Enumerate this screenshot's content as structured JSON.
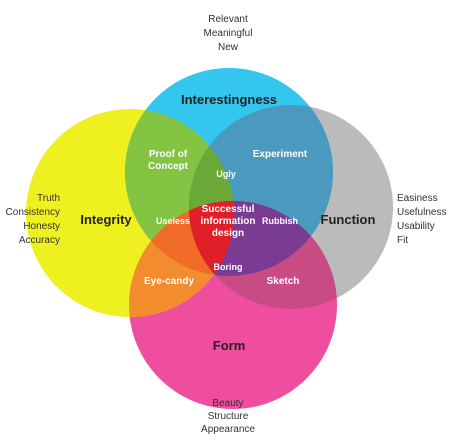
{
  "colors": {
    "interestingness": "#33c6ef",
    "integrity": "#eef020",
    "function": "#bbbbbb",
    "form": "#ef4e9e",
    "proof_of_concept": "#83c443",
    "experiment": "#4a9ac0",
    "sketch": "#c84b84",
    "eye_candy": "#f28c2e",
    "ugly": "#6aa838",
    "useless": "#f06a28",
    "rubbish": "#7a3b92",
    "boring": "#d2492e",
    "successful_information_design": "#e01f28"
  },
  "circles": {
    "interestingness": {
      "title": "Interestingness",
      "keywords": [
        "Relevant",
        "Meaningful",
        "New"
      ]
    },
    "integrity": {
      "title": "Integrity",
      "keywords": [
        "Truth",
        "Consistency",
        "Honesty",
        "Accuracy"
      ]
    },
    "function": {
      "title": "Function",
      "keywords": [
        "Easiness",
        "Usefulness",
        "Usability",
        "Fit"
      ]
    },
    "form": {
      "title": "Form",
      "keywords": [
        "Beauty",
        "Structure",
        "Appearance"
      ]
    }
  },
  "regions": {
    "proof_of_concept": [
      "Proof of",
      "Concept"
    ],
    "experiment": "Experiment",
    "eye_candy": "Eye-candy",
    "sketch": "Sketch",
    "ugly": "Ugly",
    "useless": "Useless",
    "rubbish": "Rubbish",
    "boring": "Boring",
    "center": [
      "Successful",
      "information",
      "design"
    ]
  }
}
